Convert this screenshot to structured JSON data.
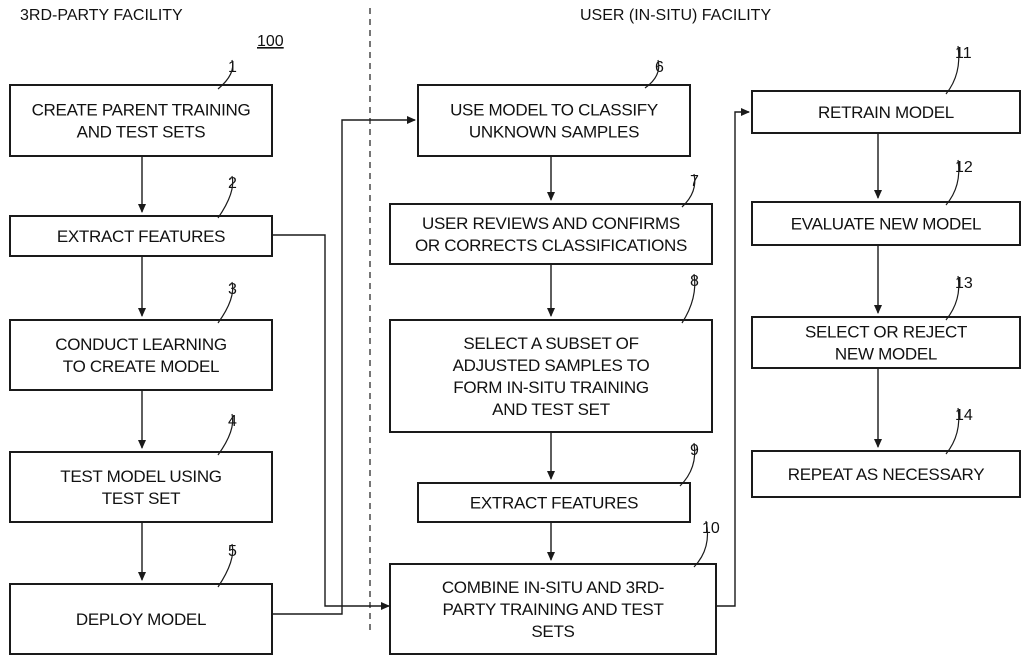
{
  "headers": {
    "left": "3RD-PARTY FACILITY",
    "right": "USER (IN-SITU) FACILITY"
  },
  "figure_ref": "100",
  "steps": [
    {
      "id": "1",
      "label": "1",
      "lines": [
        "CREATE PARENT TRAINING",
        "AND TEST SETS"
      ]
    },
    {
      "id": "2",
      "label": "2",
      "lines": [
        "EXTRACT FEATURES"
      ]
    },
    {
      "id": "3",
      "label": "3",
      "lines": [
        "CONDUCT LEARNING",
        "TO CREATE MODEL"
      ]
    },
    {
      "id": "4",
      "label": "4",
      "lines": [
        "TEST MODEL USING",
        "TEST SET"
      ]
    },
    {
      "id": "5",
      "label": "5",
      "lines": [
        "DEPLOY MODEL"
      ]
    },
    {
      "id": "6",
      "label": "6",
      "lines": [
        "USE MODEL TO CLASSIFY",
        "UNKNOWN SAMPLES"
      ]
    },
    {
      "id": "7",
      "label": "7",
      "lines": [
        "USER REVIEWS AND CONFIRMS",
        "OR CORRECTS CLASSIFICATIONS"
      ]
    },
    {
      "id": "8",
      "label": "8",
      "lines": [
        "SELECT A SUBSET OF",
        "ADJUSTED SAMPLES TO",
        "FORM IN-SITU TRAINING",
        "AND TEST SET"
      ]
    },
    {
      "id": "9",
      "label": "9",
      "lines": [
        "EXTRACT FEATURES"
      ]
    },
    {
      "id": "10",
      "label": "10",
      "lines": [
        "COMBINE IN-SITU AND 3RD-",
        "PARTY TRAINING AND TEST",
        "SETS"
      ]
    },
    {
      "id": "11",
      "label": "11",
      "lines": [
        "RETRAIN MODEL"
      ]
    },
    {
      "id": "12",
      "label": "12",
      "lines": [
        "EVALUATE NEW MODEL"
      ]
    },
    {
      "id": "13",
      "label": "13",
      "lines": [
        "SELECT OR REJECT",
        "NEW MODEL"
      ]
    },
    {
      "id": "14",
      "label": "14",
      "lines": [
        "REPEAT AS NECESSARY"
      ]
    }
  ]
}
